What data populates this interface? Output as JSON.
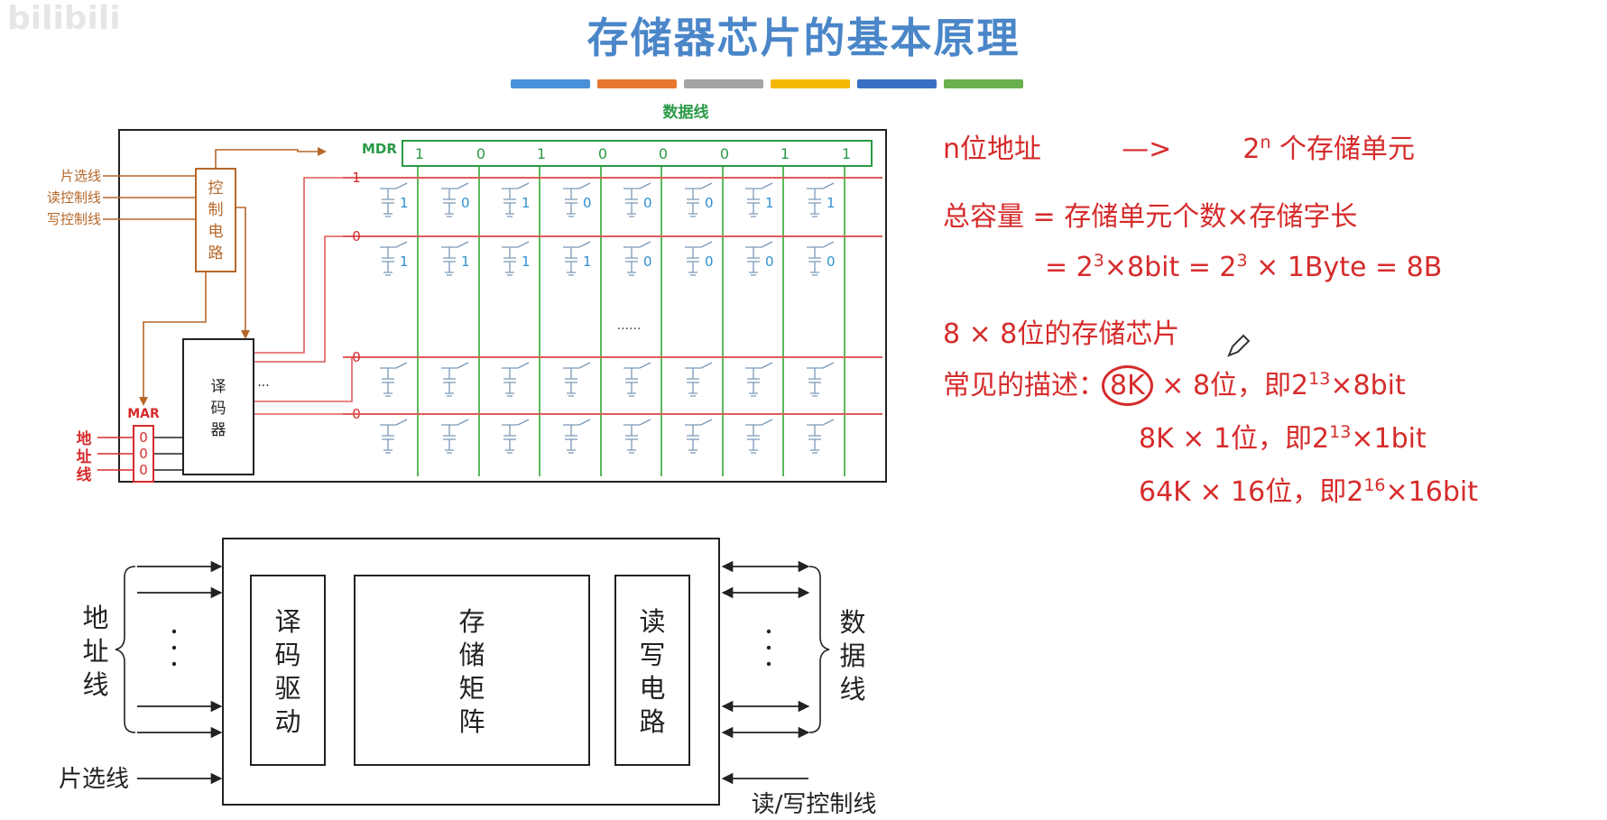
{
  "title": "存储器芯片的基本原理",
  "watermark": "bilibili",
  "color_bars": [
    "#4a90d9",
    "#e8772e",
    "#a3a3a3",
    "#f5b800",
    "#3b6fc4",
    "#6ab04c"
  ],
  "top_diagram": {
    "data_line_label": "数据线",
    "mdr_label": "MDR",
    "mdr_bits": [
      "1",
      "0",
      "1",
      "0",
      "0",
      "0",
      "1",
      "1"
    ],
    "control_lines": [
      "片选线",
      "读控制线",
      "写控制线"
    ],
    "control_circuit": [
      "控",
      "制",
      "电",
      "路"
    ],
    "decoder": [
      "译",
      "码",
      "器"
    ],
    "decoder_dots": "...",
    "mar_label": "MAR",
    "mar_bits": [
      "0",
      "0",
      "0"
    ],
    "address_line": [
      "地",
      "址",
      "线"
    ],
    "rows": [
      {
        "label": "1",
        "cells": [
          "1",
          "0",
          "1",
          "0",
          "0",
          "0",
          "1",
          "1"
        ]
      },
      {
        "label": "0",
        "cells": [
          "1",
          "1",
          "1",
          "1",
          "0",
          "0",
          "0",
          "0"
        ]
      },
      {
        "label": "0",
        "cells": [
          "",
          "",
          "",
          "",
          "",
          "",
          "",
          ""
        ]
      },
      {
        "label": "0",
        "cells": [
          "",
          "",
          "",
          "",
          "",
          "",
          "",
          ""
        ]
      }
    ],
    "ellipsis": "......"
  },
  "bottom_diagram": {
    "address_line": [
      "地",
      "址",
      "线"
    ],
    "chip_select": "片选线",
    "decoder_driver": [
      "译",
      "码",
      "驱",
      "动"
    ],
    "storage_matrix": [
      "存",
      "储",
      "矩",
      "阵"
    ],
    "rw_circuit": [
      "读",
      "写",
      "电",
      "路"
    ],
    "data_line": [
      "数",
      "据",
      "线"
    ],
    "rw_control": "读/写控制线"
  },
  "notes": {
    "line1_left": "n位地址",
    "line1_arrow": "—>",
    "line1_right_pre": "2",
    "line1_right_sup": "n",
    "line1_right_post": " 个存储单元",
    "line2": "总容量 = 存储单元个数×存储字长",
    "line3_a": "= 2",
    "line3_sup1": "3",
    "line3_b": "×8bit = 2",
    "line3_sup2": "3",
    "line3_c": " × 1Byte = 8B",
    "line4": "8 × 8位的存储芯片",
    "line5_label": "常见的描述：",
    "line5_a": "8K",
    "line5_b": " × 8位，即2",
    "line5_sup": "13",
    "line5_c": "×8bit",
    "line6_a": "8K × 1位，即2",
    "line6_sup": "13",
    "line6_b": "×1bit",
    "line7_a": "64K × 16位，即2",
    "line7_sup": "16",
    "line7_b": "×16bit"
  }
}
